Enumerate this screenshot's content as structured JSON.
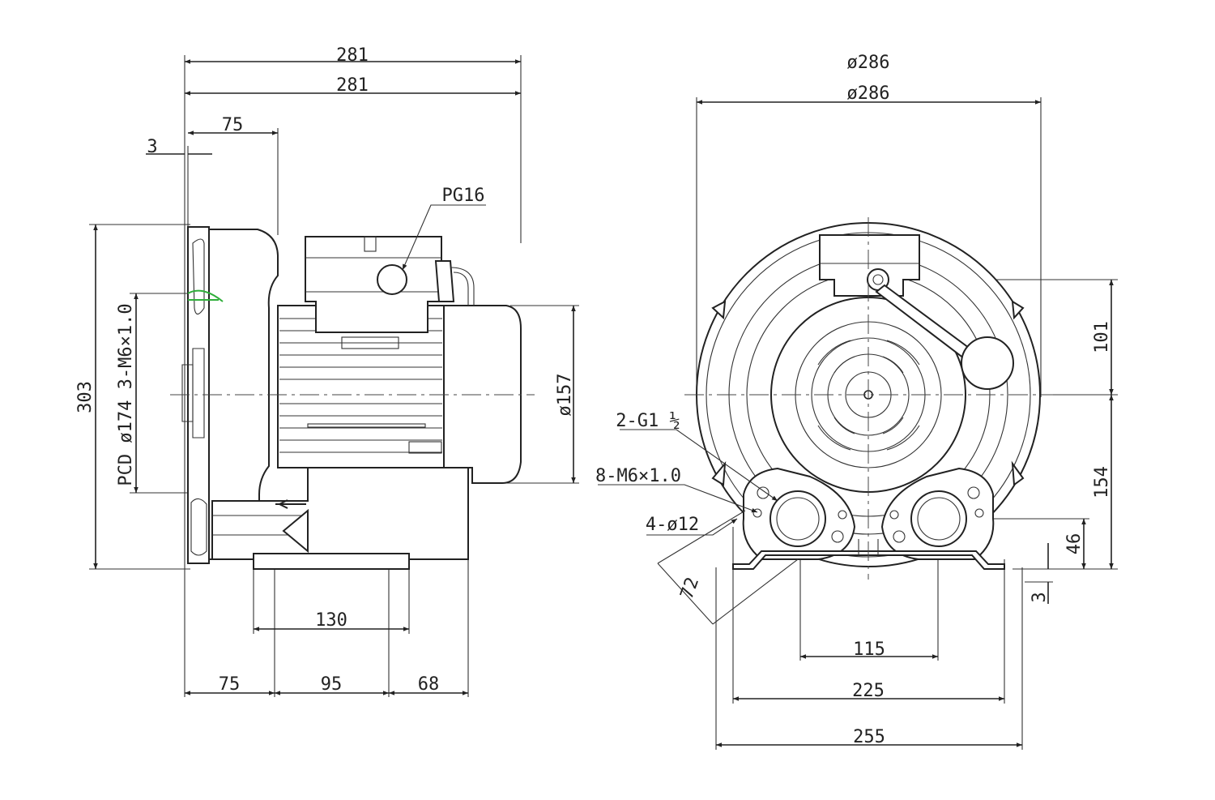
{
  "side_view": {
    "overall_length_top": "281",
    "overall_length": "281",
    "flange_depth": "75",
    "flange_thickness": "3",
    "cable_gland": "PG16",
    "height": "303",
    "pcd_label": "PCD ø174 3-M6×1.0",
    "motor_diameter": "ø157",
    "base_width": "130",
    "offset_front": "75",
    "hole_spacing": "95",
    "offset_rear": "68"
  },
  "front_view": {
    "diameter_top": "ø286",
    "diameter": "ø286",
    "port_thread": "2-G1 ½",
    "flange_holes": "8-M6×1.0",
    "mount_holes": "4-ø12",
    "port_spacing": "72",
    "box_height": "101",
    "center_height": "154",
    "port_height": "46",
    "foot_thickness": "3",
    "foot_inner": "115",
    "foot_spacing": "225",
    "foot_width": "255"
  }
}
